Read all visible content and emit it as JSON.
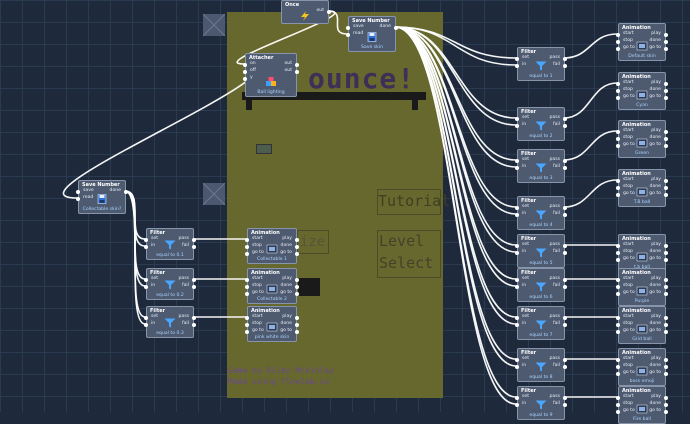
{
  "scene": {
    "title": "ounce!",
    "tutorial": "Tutorial",
    "level": "Level",
    "select": "Select",
    "ize": "ize",
    "credit1": "Game by Riley Mckinlay",
    "credit2": "Made using Flowlab.io"
  },
  "colors": {
    "canvas": "#1e2a3b",
    "node": "#4e5a70",
    "caption": "#a9d3ff",
    "scene": "#6b6b2c"
  },
  "nodes": {
    "once": {
      "title": "Once",
      "out": "out",
      "icon": "lightning-icon"
    },
    "save_top": {
      "title": "Save Number",
      "ins": [
        "save",
        "read"
      ],
      "outs": [
        "done"
      ],
      "caption": "Save skin",
      "icon": "floppy-disk-icon"
    },
    "attacher": {
      "title": "Attacher",
      "ins": [
        "on",
        "off",
        "y"
      ],
      "outs": [
        "out",
        "out"
      ],
      "caption": "Ball lighting",
      "icon": "blocks-icon"
    },
    "save_left": {
      "title": "Save Number",
      "ins": [
        "save",
        "read"
      ],
      "outs": [
        "done"
      ],
      "caption": "Collectable skin?",
      "icon": "floppy-disk-icon"
    },
    "filters_left": [
      {
        "title": "Filter",
        "ins": [
          "set",
          "in"
        ],
        "outs": [
          "pass",
          "fail"
        ],
        "caption": "equal to 0.1"
      },
      {
        "title": "Filter",
        "ins": [
          "set",
          "in"
        ],
        "outs": [
          "pass",
          "fail"
        ],
        "caption": "equal to 0.2"
      },
      {
        "title": "Filter",
        "ins": [
          "set",
          "in"
        ],
        "outs": [
          "pass",
          "fail"
        ],
        "caption": "equal to 0.3"
      }
    ],
    "anims_left": [
      {
        "title": "Animation",
        "ins": [
          "start",
          "stop",
          "go to"
        ],
        "outs": [
          "play",
          "done",
          "go to"
        ],
        "caption": "Collectable 1"
      },
      {
        "title": "Animation",
        "ins": [
          "start",
          "stop",
          "go to"
        ],
        "outs": [
          "play",
          "done",
          "go to"
        ],
        "caption": "Collectable 2"
      },
      {
        "title": "Animation",
        "ins": [
          "start",
          "stop",
          "go to"
        ],
        "outs": [
          "play",
          "done",
          "go to"
        ],
        "caption": "pink white skin"
      }
    ],
    "filters_right": [
      {
        "title": "Filter",
        "ins": [
          "set",
          "in"
        ],
        "outs": [
          "pass",
          "fail"
        ],
        "caption": "equal to 1"
      },
      {
        "title": "Filter",
        "ins": [
          "set",
          "in"
        ],
        "outs": [
          "pass",
          "fail"
        ],
        "caption": "equal to 2"
      },
      {
        "title": "Filter",
        "ins": [
          "set",
          "in"
        ],
        "outs": [
          "pass",
          "fail"
        ],
        "caption": "equal to 3"
      },
      {
        "title": "Filter",
        "ins": [
          "set",
          "in"
        ],
        "outs": [
          "pass",
          "fail"
        ],
        "caption": "equal to 4"
      },
      {
        "title": "Filter",
        "ins": [
          "set",
          "in"
        ],
        "outs": [
          "pass",
          "fail"
        ],
        "caption": "equal to 5"
      },
      {
        "title": "Filter",
        "ins": [
          "set",
          "in"
        ],
        "outs": [
          "pass",
          "fail"
        ],
        "caption": "equal to 6"
      },
      {
        "title": "Filter",
        "ins": [
          "set",
          "in"
        ],
        "outs": [
          "pass",
          "fail"
        ],
        "caption": "equal to 7"
      },
      {
        "title": "Filter",
        "ins": [
          "set",
          "in"
        ],
        "outs": [
          "pass",
          "fail"
        ],
        "caption": "equal to 8"
      },
      {
        "title": "Filter",
        "ins": [
          "set",
          "in"
        ],
        "outs": [
          "pass",
          "fail"
        ],
        "caption": "equal to 9"
      }
    ],
    "anims_right": [
      {
        "title": "Animation",
        "ins": [
          "start",
          "stop",
          "go to"
        ],
        "outs": [
          "play",
          "done",
          "go to"
        ],
        "caption": "Default skin"
      },
      {
        "title": "Animation",
        "ins": [
          "start",
          "stop",
          "go to"
        ],
        "outs": [
          "play",
          "done",
          "go to"
        ],
        "caption": "Cyan"
      },
      {
        "title": "Animation",
        "ins": [
          "start",
          "stop",
          "go to"
        ],
        "outs": [
          "play",
          "done",
          "go to"
        ],
        "caption": "Green"
      },
      {
        "title": "Animation",
        "ins": [
          "start",
          "stop",
          "go to"
        ],
        "outs": [
          "play",
          "done",
          "go to"
        ],
        "caption": "T.B ball"
      },
      {
        "title": "Animation",
        "ins": [
          "start",
          "stop",
          "go to"
        ],
        "outs": [
          "play",
          "done",
          "go to"
        ],
        "caption": "t.b ball"
      },
      {
        "title": "Animation",
        "ins": [
          "start",
          "stop",
          "go to"
        ],
        "outs": [
          "play",
          "done",
          "go to"
        ],
        "caption": "Purple"
      },
      {
        "title": "Animation",
        "ins": [
          "start",
          "stop",
          "go to"
        ],
        "outs": [
          "play",
          "done",
          "go to"
        ],
        "caption": "Grid ball"
      },
      {
        "title": "Animation",
        "ins": [
          "start",
          "stop",
          "go to"
        ],
        "outs": [
          "play",
          "done",
          "go to"
        ],
        "caption": "boss emoji"
      },
      {
        "title": "Animation",
        "ins": [
          "start",
          "stop",
          "go to"
        ],
        "outs": [
          "play",
          "done",
          "go to"
        ],
        "caption": "Fire ball"
      }
    ]
  }
}
